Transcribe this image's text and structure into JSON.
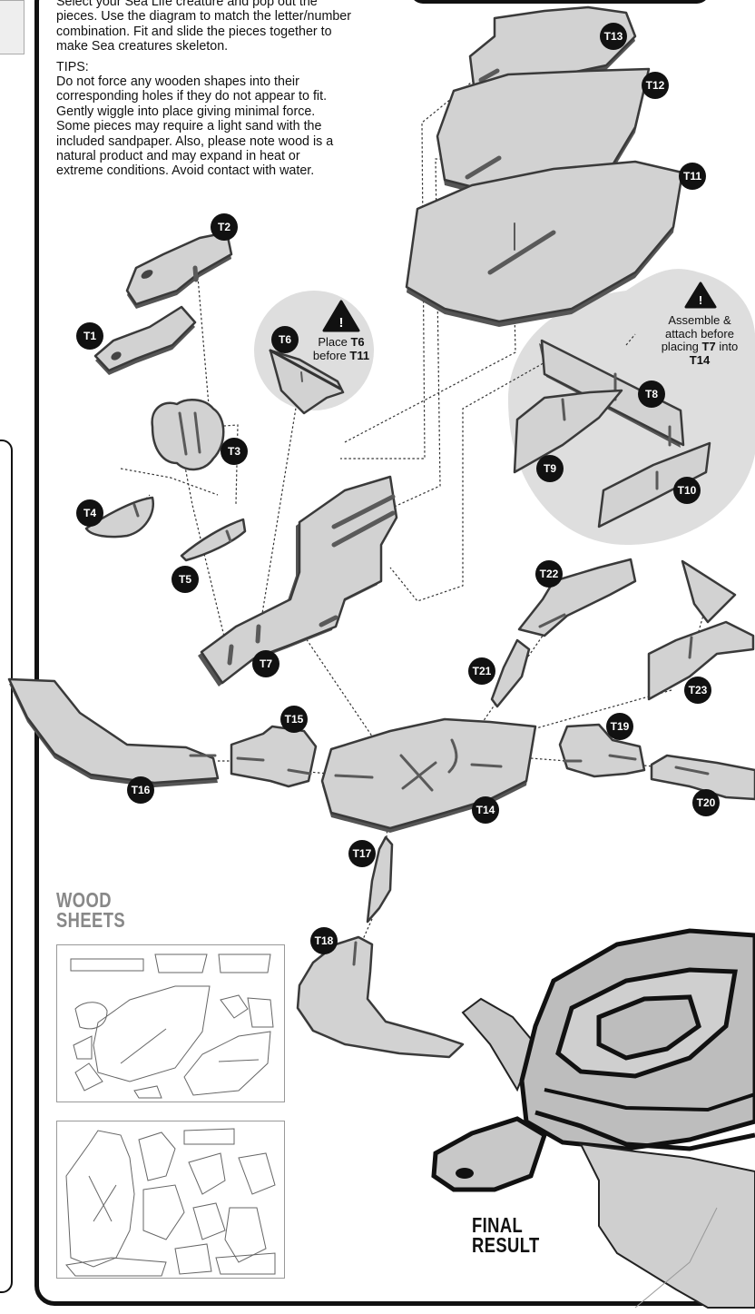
{
  "instructions": {
    "line1": "Select your Sea Life creature and pop out the",
    "line2": "pieces. Use the diagram to match the letter/number",
    "line3": "combination. Fit and slide the pieces together to",
    "line4": "make Sea creatures skeleton.",
    "tips_title": "TIPS:",
    "tips_line1": "Do not force any wooden shapes into their",
    "tips_line2": "corresponding holes if they do not appear to fit.",
    "tips_line3": "Gently wiggle into place giving minimal force.",
    "tips_line4": "Some pieces may require a light sand with the",
    "tips_line5": "included sandpaper. Also, please note wood is a",
    "tips_line6": "natural product and may expand in heat or",
    "tips_line7": "extreme conditions. Avoid contact with water."
  },
  "notes": {
    "t6_prefix": "Place",
    "t6_piece": "T6",
    "t6_mid": "before",
    "t6_target": "T11",
    "t7_line1": "Assemble &",
    "t7_line2": "attach before",
    "t7_prefix": "placing",
    "t7_piece": "T7",
    "t7_mid": "into",
    "t7_target": "T14",
    "warning_symbol": "!"
  },
  "pieces": {
    "t1": "T1",
    "t2": "T2",
    "t3": "T3",
    "t4": "T4",
    "t5": "T5",
    "t6": "T6",
    "t7": "T7",
    "t8": "T8",
    "t9": "T9",
    "t10": "T10",
    "t11": "T11",
    "t12": "T12",
    "t13": "T13",
    "t14": "T14",
    "t15": "T15",
    "t16": "T16",
    "t17": "T17",
    "t18": "T18",
    "t19": "T19",
    "t20": "T20",
    "t21": "T21",
    "t22": "T22",
    "t23": "T23"
  },
  "labels": {
    "wood_line1": "WOOD",
    "wood_line2": "SHEETS",
    "final_line1": "FINAL",
    "final_line2": "RESULT"
  },
  "colors": {
    "piece_fill": "#d2d2d2",
    "piece_edge": "#3a3a3a",
    "highlight_circle": "#dedede",
    "badge": "#111111"
  }
}
